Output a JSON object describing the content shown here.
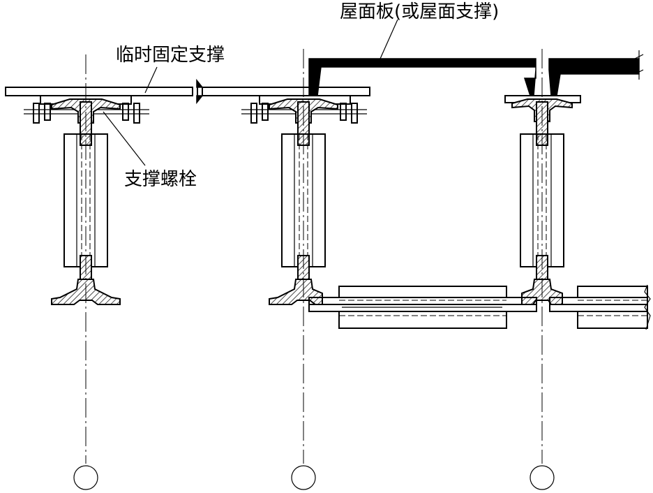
{
  "labels": {
    "roof_panel": "屋面板(或屋面支撑)",
    "temporary_brace": "临时固定支撑",
    "support_bolt": "支撑螺栓"
  }
}
